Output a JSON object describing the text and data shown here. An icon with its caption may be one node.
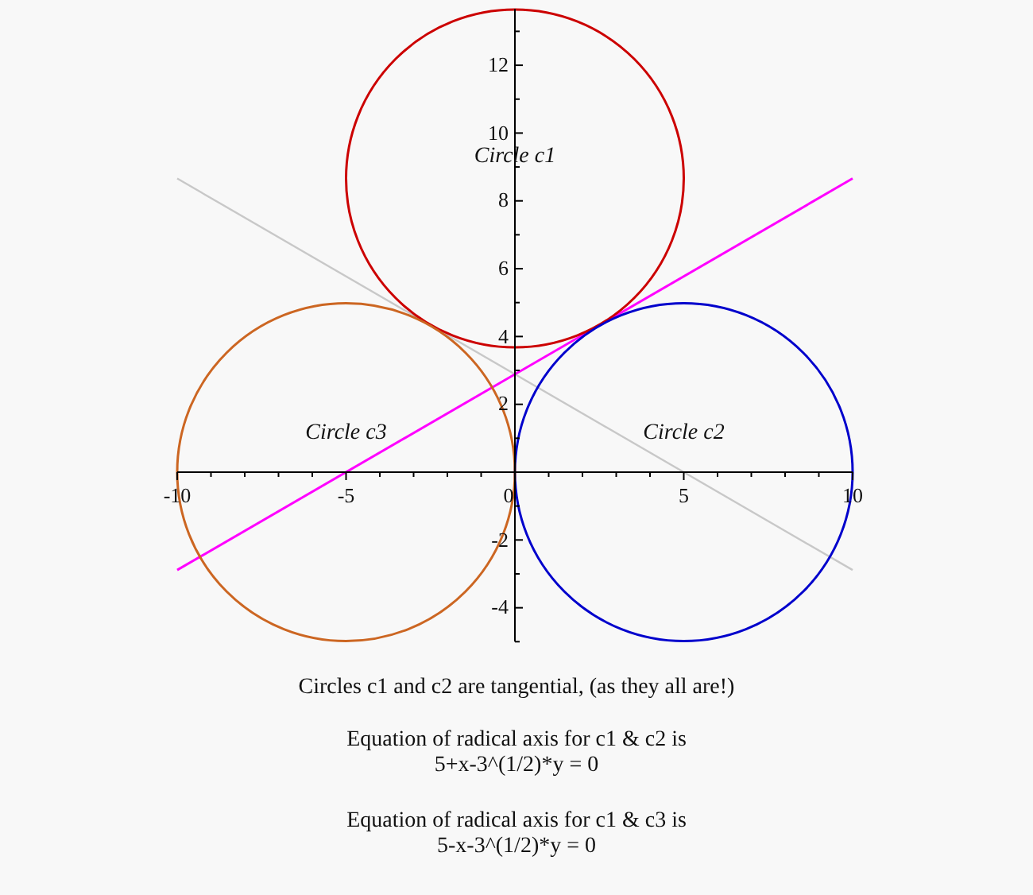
{
  "diagram": {
    "labels": [
      "12",
      "10",
      "Circle c1",
      "8",
      "6",
      "4",
      "2",
      "Circle c3",
      "Circle c2",
      "-10",
      "-5",
      "0",
      "5",
      "10",
      "-2",
      "-4",
      "Circles c1 and c2 are tangential, (as they all are!)",
      "Equation of radical axis for c1 & c2 is",
      "5+x-3^(1/2)*y = 0",
      "Equation of radical axis for c1 & c3 is",
      "5-x-3^(1/2)*y = 0"
    ]
  }
}
